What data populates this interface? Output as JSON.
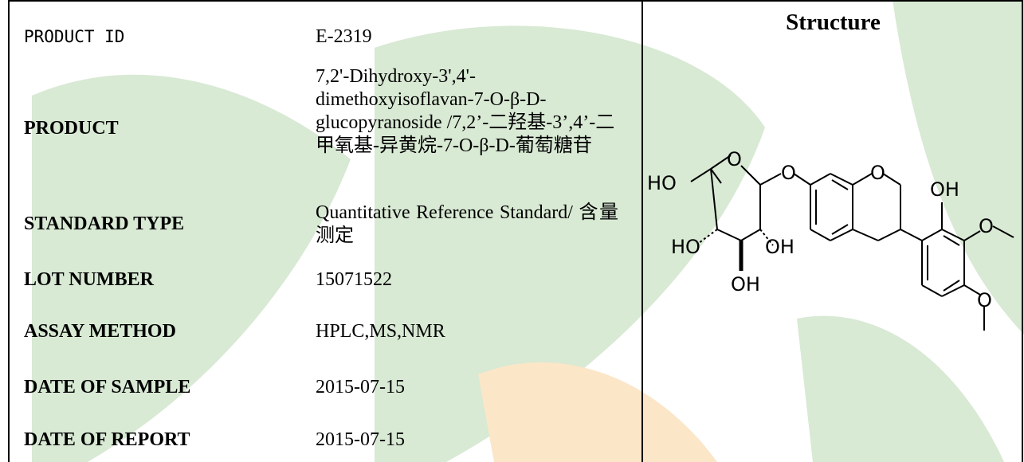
{
  "rows": [
    {
      "label": "PRODUCT ID",
      "value": "E-2319"
    },
    {
      "label": "PRODUCT",
      "value": "7,2'-Dihydroxy-3',4'-dimethoxyisoflavan-7-O-β-D-glucopyranoside /7,2’-二羟基-3’,4’-二甲氧基-异黄烷-7-O-β-D-葡萄糖苷"
    },
    {
      "label": "STANDARD TYPE",
      "value": "Quantitative Reference Standard/ 含量测定"
    },
    {
      "label": "LOT NUMBER",
      "value": "15071522"
    },
    {
      "label": "ASSAY METHOD",
      "value": "HPLC,MS,NMR"
    },
    {
      "label": "DATE OF SAMPLE",
      "value": "2015-07-15"
    },
    {
      "label": "DATE OF REPORT",
      "value": "2015-07-15"
    }
  ],
  "structure": {
    "title": "Structure",
    "atom_labels": {
      "ho1": "HO",
      "ho2": "HO",
      "oh1": "OH",
      "oh2": "OH",
      "oh3": "OH",
      "o1": "O",
      "o2": "O",
      "o3": "O",
      "o4": "O",
      "o5": "O"
    }
  },
  "colors": {
    "watermark_green": "#d8e9d4",
    "watermark_orange": "#fbe6c8"
  }
}
